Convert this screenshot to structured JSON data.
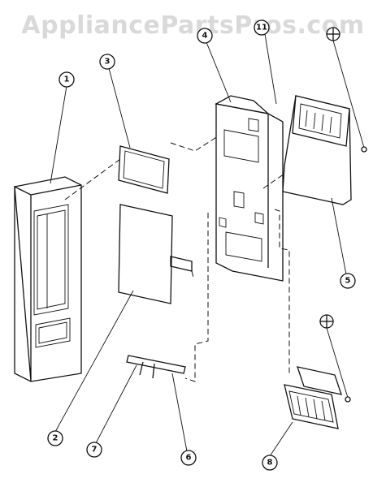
{
  "watermark": "AppliancePartsPros.com",
  "callouts": [
    {
      "id": "1",
      "label": "1"
    },
    {
      "id": "2",
      "label": "2"
    },
    {
      "id": "3",
      "label": "3"
    },
    {
      "id": "4",
      "label": "4"
    },
    {
      "id": "5",
      "label": "5"
    },
    {
      "id": "6",
      "label": "6"
    },
    {
      "id": "7",
      "label": "7"
    },
    {
      "id": "8",
      "label": "8"
    },
    {
      "id": "11",
      "label": "11"
    }
  ]
}
